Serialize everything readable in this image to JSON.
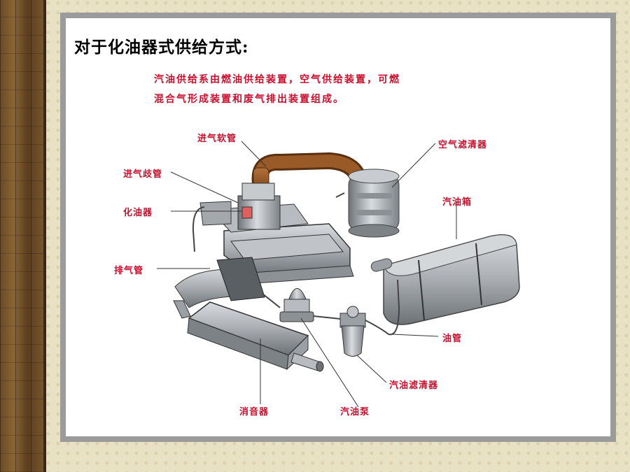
{
  "slide": {
    "title": "对于化油器式供给方式:",
    "description_lines": [
      "汽油供给系由燃油供给装置，空气供给装置，可燃",
      "混合气形成装置和废气排出装置组成。"
    ]
  },
  "labels": {
    "intake_hose": "进气软管",
    "air_filter": "空气滤清器",
    "intake_manifold": "进气歧管",
    "carburetor": "化油器",
    "fuel_tank": "汽油箱",
    "exhaust_pipe": "排气管",
    "fuel_line": "油管",
    "fuel_filter": "汽油滤清器",
    "muffler": "消音器",
    "fuel_pump": "汽油泵"
  },
  "colors": {
    "label_red": "#c8102e",
    "part_gray": "#a9adb2"
  }
}
